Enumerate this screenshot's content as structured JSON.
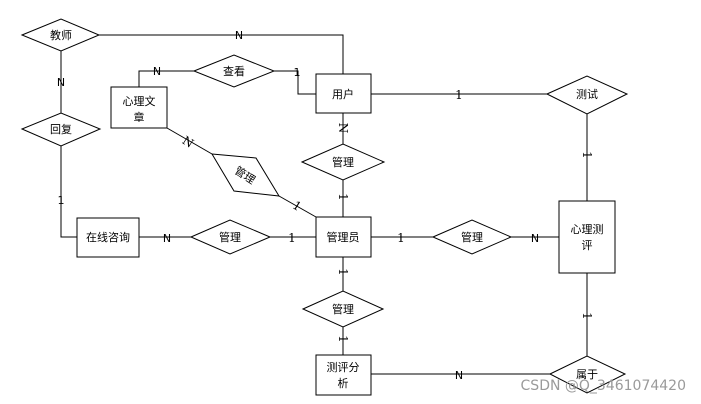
{
  "entities": {
    "user": "用户",
    "article": [
      "心理文",
      "章"
    ],
    "admin": "管理员",
    "consult": "在线咨询",
    "assessment": [
      "心理测",
      "评"
    ],
    "analysis": [
      "测评分",
      "析"
    ]
  },
  "relationships": {
    "teacher": "教师",
    "view": "查看",
    "reply": "回复",
    "test": "测试",
    "manage_user": "管理",
    "manage_article": "管理",
    "manage_consult": "管理",
    "manage_assessment": "管理",
    "manage_analysis": "管理",
    "belong": "属于"
  },
  "cardinality": {
    "one": "1",
    "many": "N"
  },
  "watermark": "CSDN @Q_3461074420"
}
